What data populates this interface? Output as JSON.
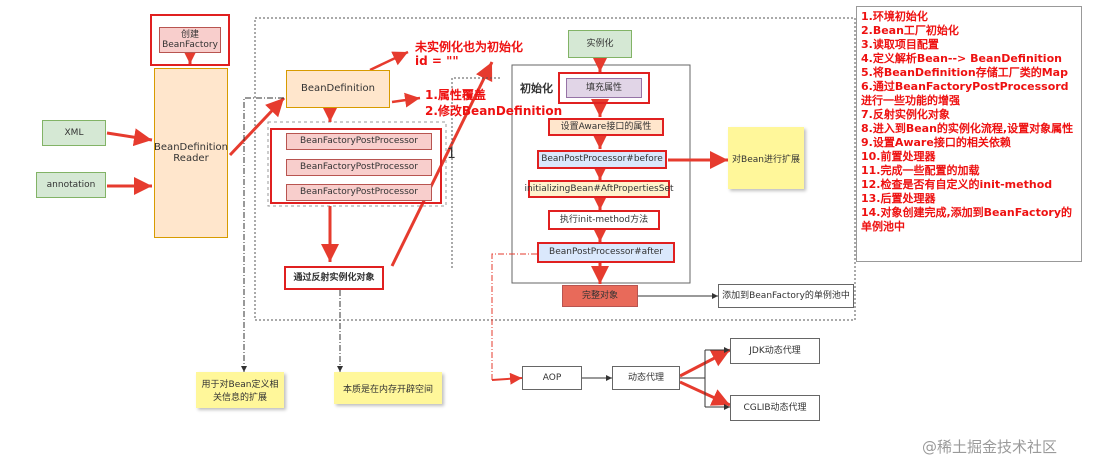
{
  "diagram": {
    "create_factory": "创建\nBeanFactory",
    "reader": "BeanDefinition\nReader",
    "xml": "XML",
    "annotation": "annotation",
    "bean_definition": "BeanDefinition",
    "post_processors": [
      "BeanFactoryPostProcessor",
      "BeanFactoryPostProcessor",
      "BeanFactoryPostProcessor"
    ],
    "reflect_instantiate": "通过反射实例化对象",
    "instantiate": "实例化",
    "init_group_label": "初始化",
    "fill_properties": "填充属性",
    "set_aware": "设置Aware接口的属性",
    "bpp_before": "BeanPostProcessor#before",
    "initializing_bean": "initializingBean#AftPropertiesSet",
    "init_method": "执行init-method方法",
    "bpp_after": "BeanPostProcessor#after",
    "complete_object": "完整对象",
    "add_singleton": "添加到BeanFactory的单例池中",
    "aop": "AOP",
    "dynamic_proxy": "动态代理",
    "jdk_proxy": "JDK动态代理",
    "cglib_proxy": "CGLIB动态代理",
    "note_extend": "对Bean进行扩展",
    "note_bean_def": "用于对Bean定义相\n关信息的扩展",
    "note_memory": "本质是在内存开辟空间",
    "num_label": "1"
  },
  "annotations": {
    "uninstantiated_title": "未实例化也为初始化",
    "id_line": "id = \"\"",
    "replace_prop": "1.属性覆盖",
    "modify_bd": "2.修改BeanDefinition"
  },
  "steps": [
    "1.环境初始化",
    "2.Bean工厂初始化",
    "3.读取项目配置",
    "4.定义解析Bean--> BeanDefinition",
    "5.将BeanDefinition存储工厂类的Map",
    "6.通过BeanFactoryPostProcessord",
    "进行一些功能的增强",
    "7.反射实例化对象",
    "8.进入到Bean的实例化流程,设置对象属性",
    "9.设置Aware接口的相关依赖",
    "10.前置处理器",
    "11.完成一些配置的加载",
    "12.检查是否有自定义的init-method",
    "13.后置处理器",
    "14.对象创建完成,添加到BeanFactory的",
    "单例池中"
  ],
  "watermark": "@稀土掘金技术社区",
  "colors": {
    "accent_red": "#e02020",
    "arrow_red": "#e63b2e"
  }
}
